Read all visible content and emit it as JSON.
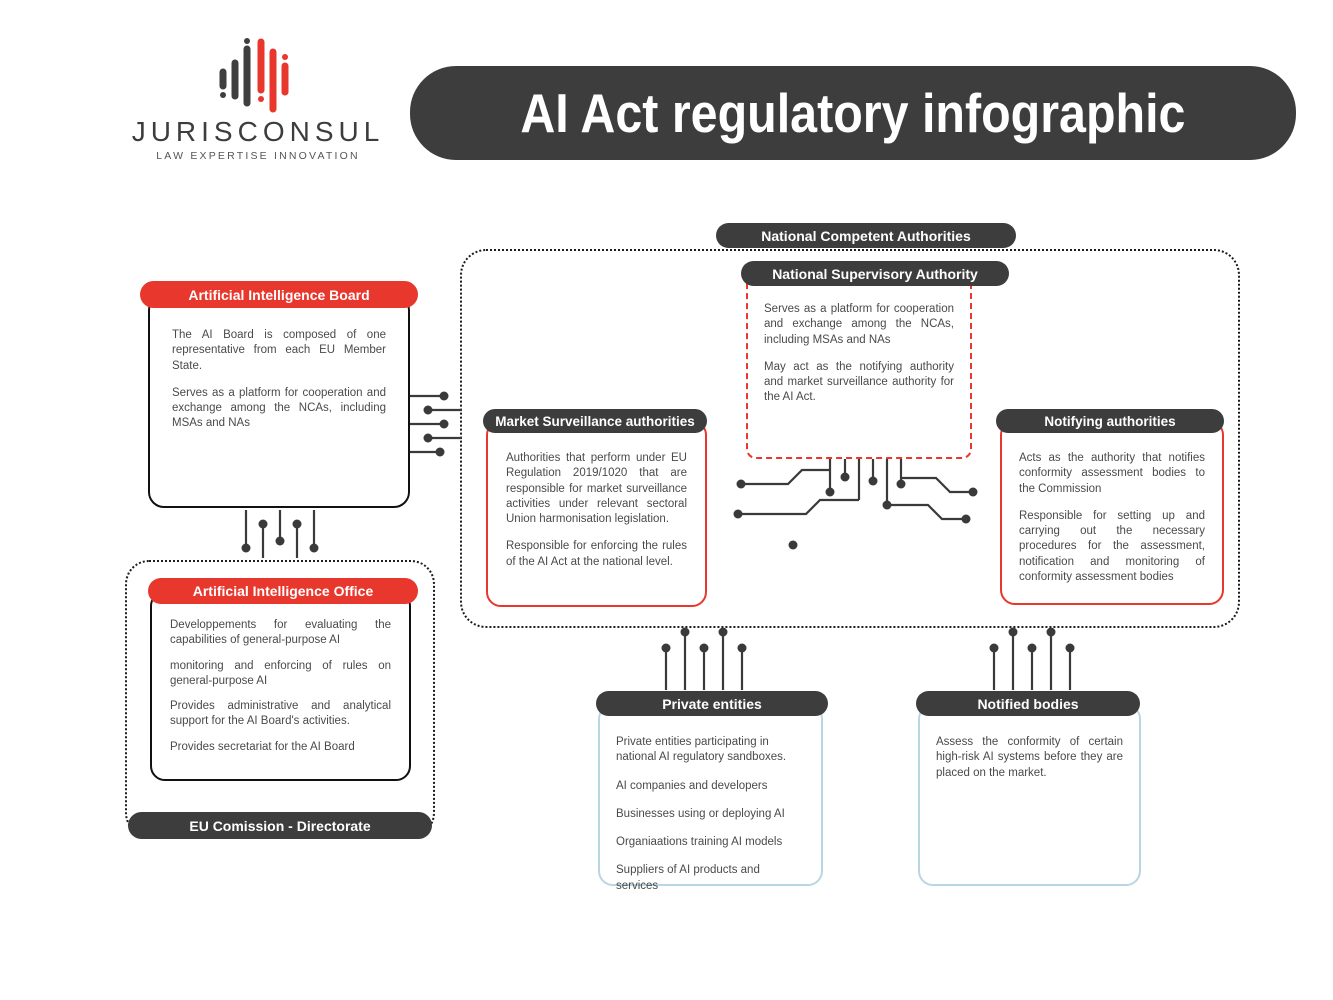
{
  "logo": {
    "name": "JURISCONSUL",
    "tagline": "LAW EXPERTISE INNOVATION"
  },
  "header": {
    "title": "AI Act regulatory infographic"
  },
  "colors": {
    "accent_red": "#e8372c",
    "dark_gray": "#3d3d3d",
    "light_blue": "#b9d6e2"
  },
  "diagram": {
    "nca": {
      "title": "National Competent Authorities"
    },
    "ai_board": {
      "title": "Artificial Intelligence Board",
      "paragraphs": [
        "The AI Board is composed of one representative from each EU Member State.",
        "Serves as a platform for cooperation and exchange among the NCAs, including MSAs and NAs"
      ]
    },
    "nsa": {
      "title": "National Supervisory Authority",
      "paragraphs": [
        "Serves as a platform for cooperation and exchange among the NCAs, including MSAs and NAs",
        "May act as the notifying authority and market surveillance authority for the AI Act."
      ]
    },
    "msa": {
      "title": "Market Surveillance authorities",
      "paragraphs": [
        "Authorities that perform under EU Regulation 2019/1020 that are responsible for market surveillance activities under relevant sectoral Union harmonisation legislation.",
        "Responsible for enforcing the rules of the AI Act at the national level."
      ]
    },
    "notifying": {
      "title": "Notifying authorities",
      "paragraphs": [
        "Acts as the authority that notifies conformity assessment bodies to the Commission",
        "Responsible for setting up and carrying out the necessary procedures for the assessment, notification and monitoring of conformity assessment bodies"
      ]
    },
    "ai_office": {
      "title": "Artificial Intelligence Office",
      "paragraphs": [
        "Developpements for evaluating the capabilities of general-purpose AI",
        "monitoring and enforcing of rules on general-purpose AI",
        "Provides administrative and analytical support for the AI Board's activities.",
        "Provides secretariat for the AI Board"
      ],
      "footer": "EU Comission - Directorate"
    },
    "private_entities": {
      "title": "Private entities",
      "paragraphs": [
        "Private entities participating in national AI regulatory sandboxes.",
        "AI companies and developers",
        "Businesses using or deploying AI",
        "Organiaations training AI models",
        "Suppliers of AI products and services"
      ]
    },
    "notified_bodies": {
      "title": "Notified bodies",
      "paragraphs": [
        "Assess the conformity of certain high-risk AI systems before they are placed on the market."
      ]
    }
  }
}
